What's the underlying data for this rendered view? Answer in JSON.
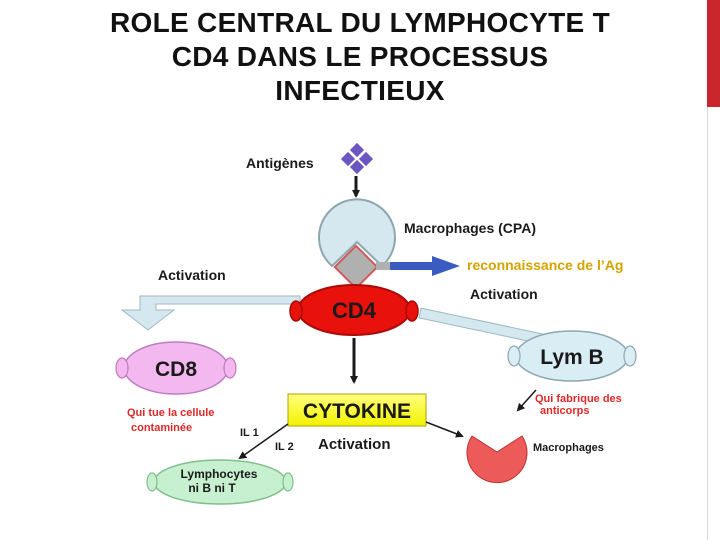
{
  "title": {
    "line1": "ROLE CENTRAL DU LYMPHOCYTE T",
    "line2": "CD4 DANS LE PROCESSUS",
    "line3": "INFECTIEUX"
  },
  "colors": {
    "accent": "#c9252c",
    "cd4": "#e8110c",
    "cyto_box": "#ffff1a",
    "cell_pink": "#f2b8ef",
    "cell_blue": "#d9edf5",
    "cell_green": "#c6f0cf",
    "red_label": "#dd2a2a",
    "arrow_dark": "#1a1a1a",
    "antigen": "#6b55c0"
  },
  "diagram": {
    "antigenes": "Antigènes",
    "macrophages_cpa": "Macrophages (CPA)",
    "reconnaissance": "reconnaissance de l’Ag",
    "activation_left": "Activation",
    "activation_right": "Activation",
    "cd4": "CD4",
    "cd8": "CD8",
    "lymb": "Lym B",
    "cytokine": "CYTOKINE",
    "activation_bottom": "Activation",
    "qui_tue_1": "Qui tue la cellule",
    "qui_tue_2": "contaminée",
    "qui_fabrique_1": "Qui fabrique des",
    "qui_fabrique_2": "anticorps",
    "il1": "IL 1",
    "il2": "IL 2",
    "lymphocytes_1": "Lymphocytes",
    "lymphocytes_2": "ni B ni  T",
    "macrophages_bottom": "Macrophages"
  }
}
